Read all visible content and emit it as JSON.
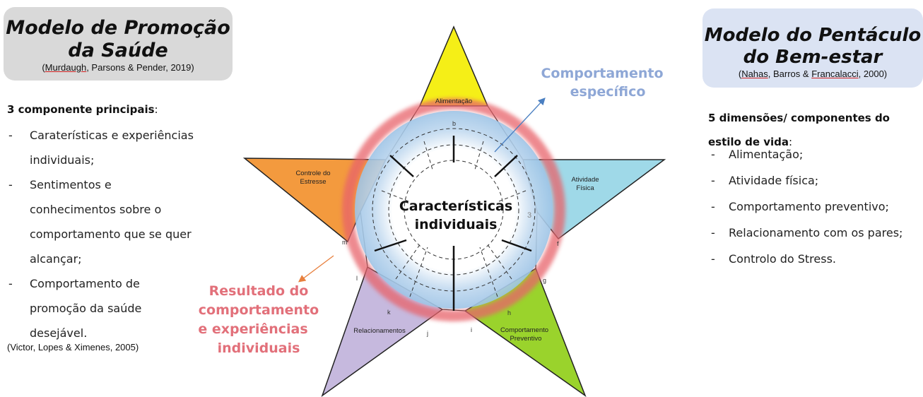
{
  "left_panel": {
    "title": "Modelo de Promoção da Saúde",
    "citation_authors": "Murdaugh",
    "citation_rest": ", Parsons & Pender, 2019)",
    "citation_open": "(",
    "list_title": "3 componente principais",
    "list_title_suffix": ":",
    "items": [
      "Caraterísticas e experiências individuais;",
      "Sentimentos e conhecimentos sobre o comportamento que se quer alcançar;",
      "Comportamento de promoção da saúde desejável."
    ],
    "reference": "(Victor, Lopes & Ximenes, 2005)"
  },
  "right_panel": {
    "title": "Modelo do Pentáculo do Bem-estar",
    "citation_open": "(",
    "citation_a": "Nahas",
    "citation_b": ", Barros & ",
    "citation_c": "Francalacci",
    "citation_d": ", 2000)",
    "list_title_line1": "5 dimensões/ componentes do",
    "list_title_line2": "estilo de vida",
    "list_title_suffix": ":",
    "items": [
      "Alimentação;",
      "Atividade física;",
      "Comportamento preventivo;",
      "Relacionamento com os pares;",
      "Controlo do Stress."
    ]
  },
  "diagram": {
    "center_line1": "Características",
    "center_line2": "individuais",
    "callout_specific_line1": "Comportamento",
    "callout_specific_line2": "específico",
    "callout_result_line1": "Resultado do",
    "callout_result_line2": "comportamento",
    "callout_result_line3": "e experiências",
    "callout_result_line4": "individuais",
    "points": {
      "top": "Alimentação",
      "right_line1": "Atividade",
      "right_line2": "Física",
      "left_line1": "Controle do",
      "left_line2": "Estresse",
      "bottom_right_line1": "Comportamento",
      "bottom_right_line2": "Preventivo",
      "bottom_left": "Relacionamentos"
    },
    "small_letters": [
      "b",
      "f",
      "g",
      "h",
      "i",
      "j",
      "k",
      "l",
      "m",
      "3"
    ],
    "colors": {
      "top": "#f5ef17",
      "right": "#9fd9e8",
      "left": "#f39a3e",
      "bottom_right": "#9ad32c",
      "bottom_left": "#c6b9de",
      "ring": "#e8636b",
      "specific_text": "#8ea7d6",
      "result_text": "#e2707a",
      "arrow_specific": "#4a7fc1",
      "arrow_result": "#e8803e"
    }
  }
}
